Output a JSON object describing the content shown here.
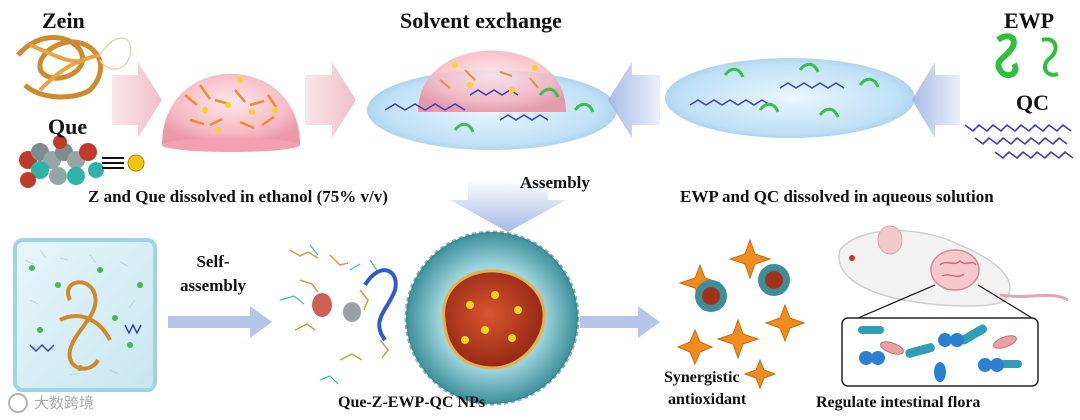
{
  "labels": {
    "zein": "Zein",
    "que": "Que",
    "solvent_exchange": "Solvent exchange",
    "ewp": "EWP",
    "qc": "QC",
    "assembly": "Assembly",
    "left_caption": "Z and Que dissolved in ethanol (75% v/v)",
    "right_caption": "EWP and QC dissolved in aqueous solution",
    "self_assembly_line1": "Self-",
    "self_assembly_line2": "assembly",
    "nanoparticle": "Que-Z-EWP-QC NPs",
    "synergistic_line1": "Synergistic",
    "synergistic_line2": "antioxidant",
    "intestinal": "Regulate intestinal flora"
  },
  "watermark": "大数跨境",
  "colors": {
    "zein_orange": "#d9892a",
    "droplet_pink": "#f4a7b5",
    "water_blue": "#bfe0f5",
    "ewp_green": "#3bbf4a",
    "qc_blue": "#3b3fb0",
    "arrow_pink": "#f3c2cc",
    "arrow_blue": "#a9bde6",
    "star_orange": "#f08c1e",
    "core_red": "#b5361c",
    "quercetin_yellow": "#f1c40f"
  }
}
